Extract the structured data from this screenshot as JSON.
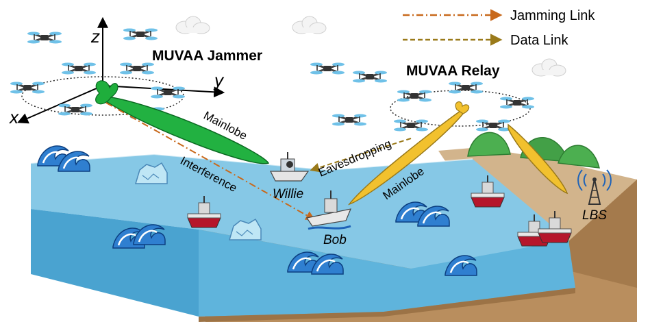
{
  "legend": {
    "jamming_link": "Jamming Link",
    "data_link": "Data Link"
  },
  "colors": {
    "jamming_link": "#c8691c",
    "data_link": "#9a7a1a",
    "jammer_beam": "#1fae3c",
    "relay_beam": "#f2c12e",
    "sea_top": "#7fc3e2",
    "sea_side": "#4aa3d0",
    "land_top": "#d2b48c",
    "land_side": "#b98e5e",
    "hill": "#4caf50"
  },
  "groups": {
    "jammer": "MUVAA Jammer",
    "relay": "MUVAA Relay"
  },
  "axes": {
    "x": "x",
    "y": "y",
    "z": "z"
  },
  "beams": {
    "jammer_mainlobe": "Mainlobe",
    "relay_mainlobe": "Mainlobe"
  },
  "links": {
    "interference": "Interference",
    "eavesdropping": "Eavesdropping"
  },
  "nodes": {
    "willie": "Willie",
    "bob": "Bob",
    "lbs": "LBS"
  }
}
